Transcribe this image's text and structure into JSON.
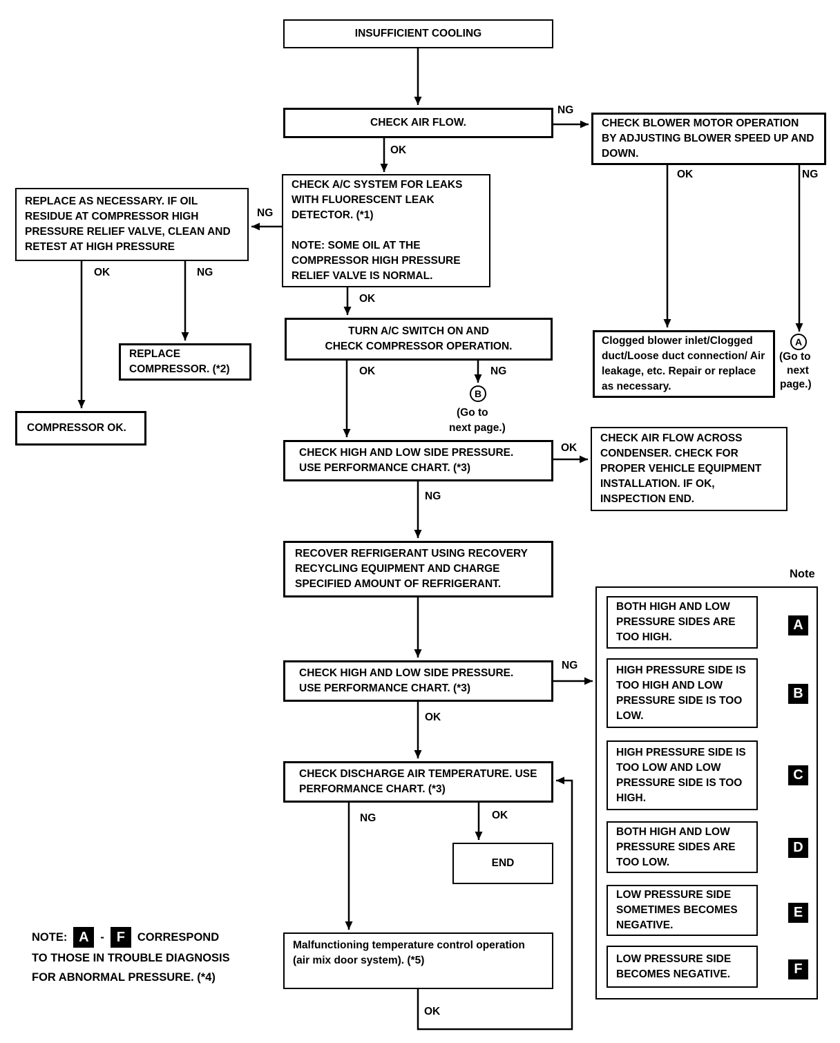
{
  "page": {
    "background": "#ffffff",
    "ink": "#000000"
  },
  "labels": {
    "ok": "OK",
    "ng": "NG"
  },
  "nodes": {
    "insufficient_cooling": "INSUFFICIENT COOLING",
    "check_air_flow": "CHECK AIR FLOW.",
    "check_blower_motor": "CHECK BLOWER MOTOR OPERATION BY ADJUSTING BLOWER SPEED UP AND DOWN.",
    "replace_as_necessary": "REPLACE AS NECESSARY. IF OIL RESIDUE AT COMPRESSOR HIGH PRESSURE RELIEF VALVE, CLEAN AND RETEST AT HIGH PRESSURE",
    "check_leaks_para1": "CHECK A/C SYSTEM FOR LEAKS WITH FLUORESCENT LEAK DETECTOR. (*1)",
    "check_leaks_para2": "NOTE: SOME OIL AT THE COMPRESSOR HIGH PRESSURE RELIEF VALVE IS NORMAL.",
    "turn_ac_switch_line1": "TURN A/C SWITCH ON AND",
    "turn_ac_switch_line2": "CHECK COMPRESSOR OPERATION.",
    "replace_compressor": "REPLACE COMPRESSOR. (*2)",
    "compressor_ok": "COMPRESSOR OK.",
    "clogged_blower": "Clogged blower inlet/Clogged duct/Loose duct connection/ Air leakage, etc. Repair or replace as necessary.",
    "check_pressure_1": "CHECK HIGH AND LOW SIDE PRESSURE. USE PERFORMANCE CHART. (*3)",
    "check_condenser": "CHECK AIR FLOW ACROSS CONDENSER. CHECK FOR PROPER VEHICLE EQUIPMENT INSTALLATION. IF OK, INSPECTION END.",
    "recover_refrigerant": "RECOVER REFRIGERANT USING RECOVERY RECYCLING EQUIPMENT AND CHARGE SPECIFIED AMOUNT OF REFRIGERANT.",
    "check_pressure_2": "CHECK HIGH AND LOW SIDE PRESSURE. USE PERFORMANCE CHART. (*3)",
    "check_discharge": "CHECK DISCHARGE AIR TEMPERATURE. USE PERFORMANCE CHART. (*3)",
    "end": "END",
    "malfunctioning": "Malfunctioning temperature control operation (air mix door system). (*5)"
  },
  "offpage": {
    "a_letter": "A",
    "b_letter": "B",
    "a_goto_line1": "(Go to",
    "a_goto_line2": "next",
    "a_goto_line3": "page.)",
    "b_goto_line1": "(Go to",
    "b_goto_line2": "next page.)"
  },
  "note_panel": {
    "title": "Note",
    "items": [
      {
        "text": "BOTH HIGH AND LOW PRESSURE SIDES ARE TOO HIGH.",
        "tag": "A"
      },
      {
        "text": "HIGH PRESSURE SIDE IS TOO HIGH AND LOW PRESSURE SIDE IS TOO LOW.",
        "tag": "B"
      },
      {
        "text": "HIGH PRESSURE SIDE IS TOO LOW AND LOW PRESSURE SIDE IS TOO HIGH.",
        "tag": "C"
      },
      {
        "text": "BOTH HIGH AND LOW PRESSURE SIDES ARE TOO LOW.",
        "tag": "D"
      },
      {
        "text": "LOW PRESSURE SIDE SOMETIMES BECOMES NEGATIVE.",
        "tag": "E"
      },
      {
        "text": "LOW PRESSURE SIDE BECOMES NEGATIVE.",
        "tag": "F"
      }
    ]
  },
  "footnote": {
    "prefix": "NOTE:",
    "tag_start": "A",
    "separator": "-",
    "tag_end": "F",
    "line1_rest": "CORRESPOND",
    "line2": "TO THOSE IN TROUBLE DIAGNOSIS",
    "line3": "FOR ABNORMAL PRESSURE. (*4)"
  }
}
